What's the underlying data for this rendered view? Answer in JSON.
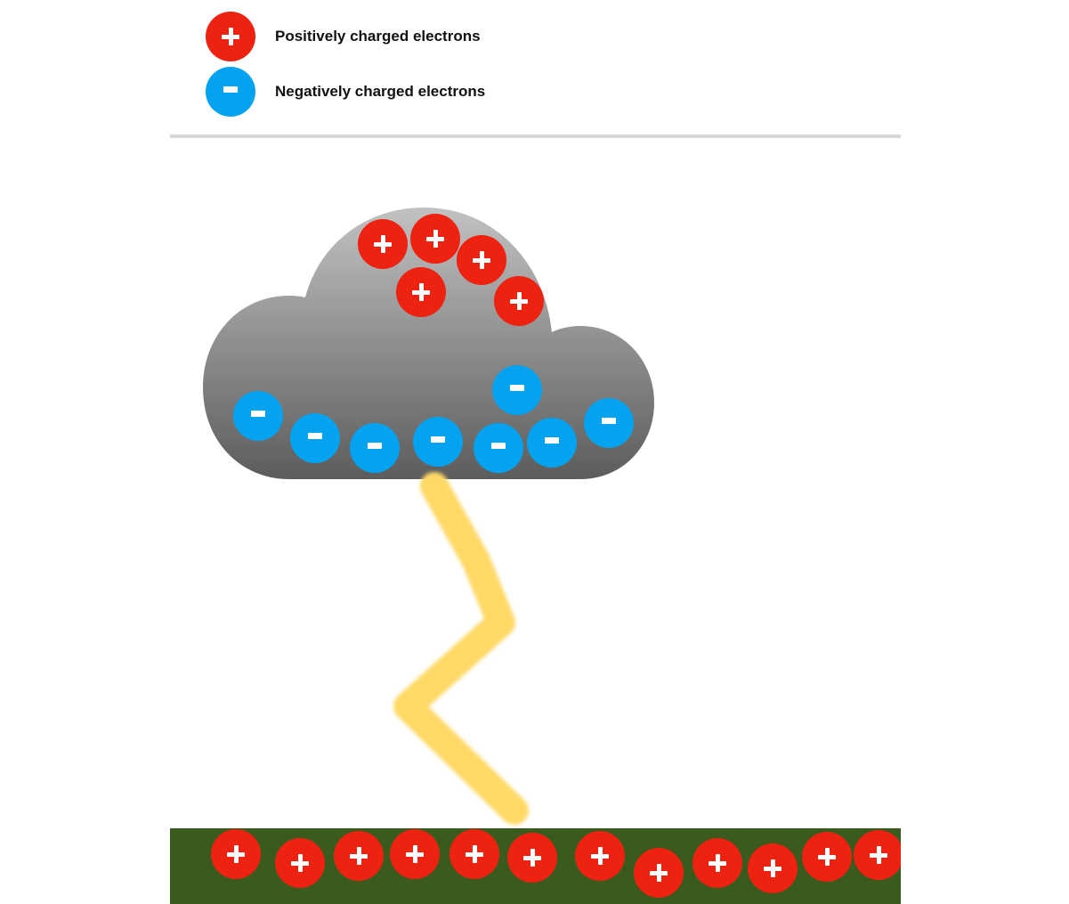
{
  "legend": {
    "positive": {
      "label": "Positively charged electrons",
      "symbol": "+",
      "color": "#ee2210"
    },
    "negative": {
      "label": "Negatively charged electrons",
      "symbol": "-",
      "color": "#04a2ef"
    }
  },
  "scene": {
    "cloud": {
      "gradient_top": "#c2c2c2",
      "gradient_bottom": "#5c5c5c"
    },
    "lightning": {
      "color": "#ffd966"
    },
    "ground": {
      "color": "#3a5a1e"
    },
    "cloud_positive_count": 5,
    "cloud_negative_count": 8,
    "ground_positive_count": 12
  }
}
